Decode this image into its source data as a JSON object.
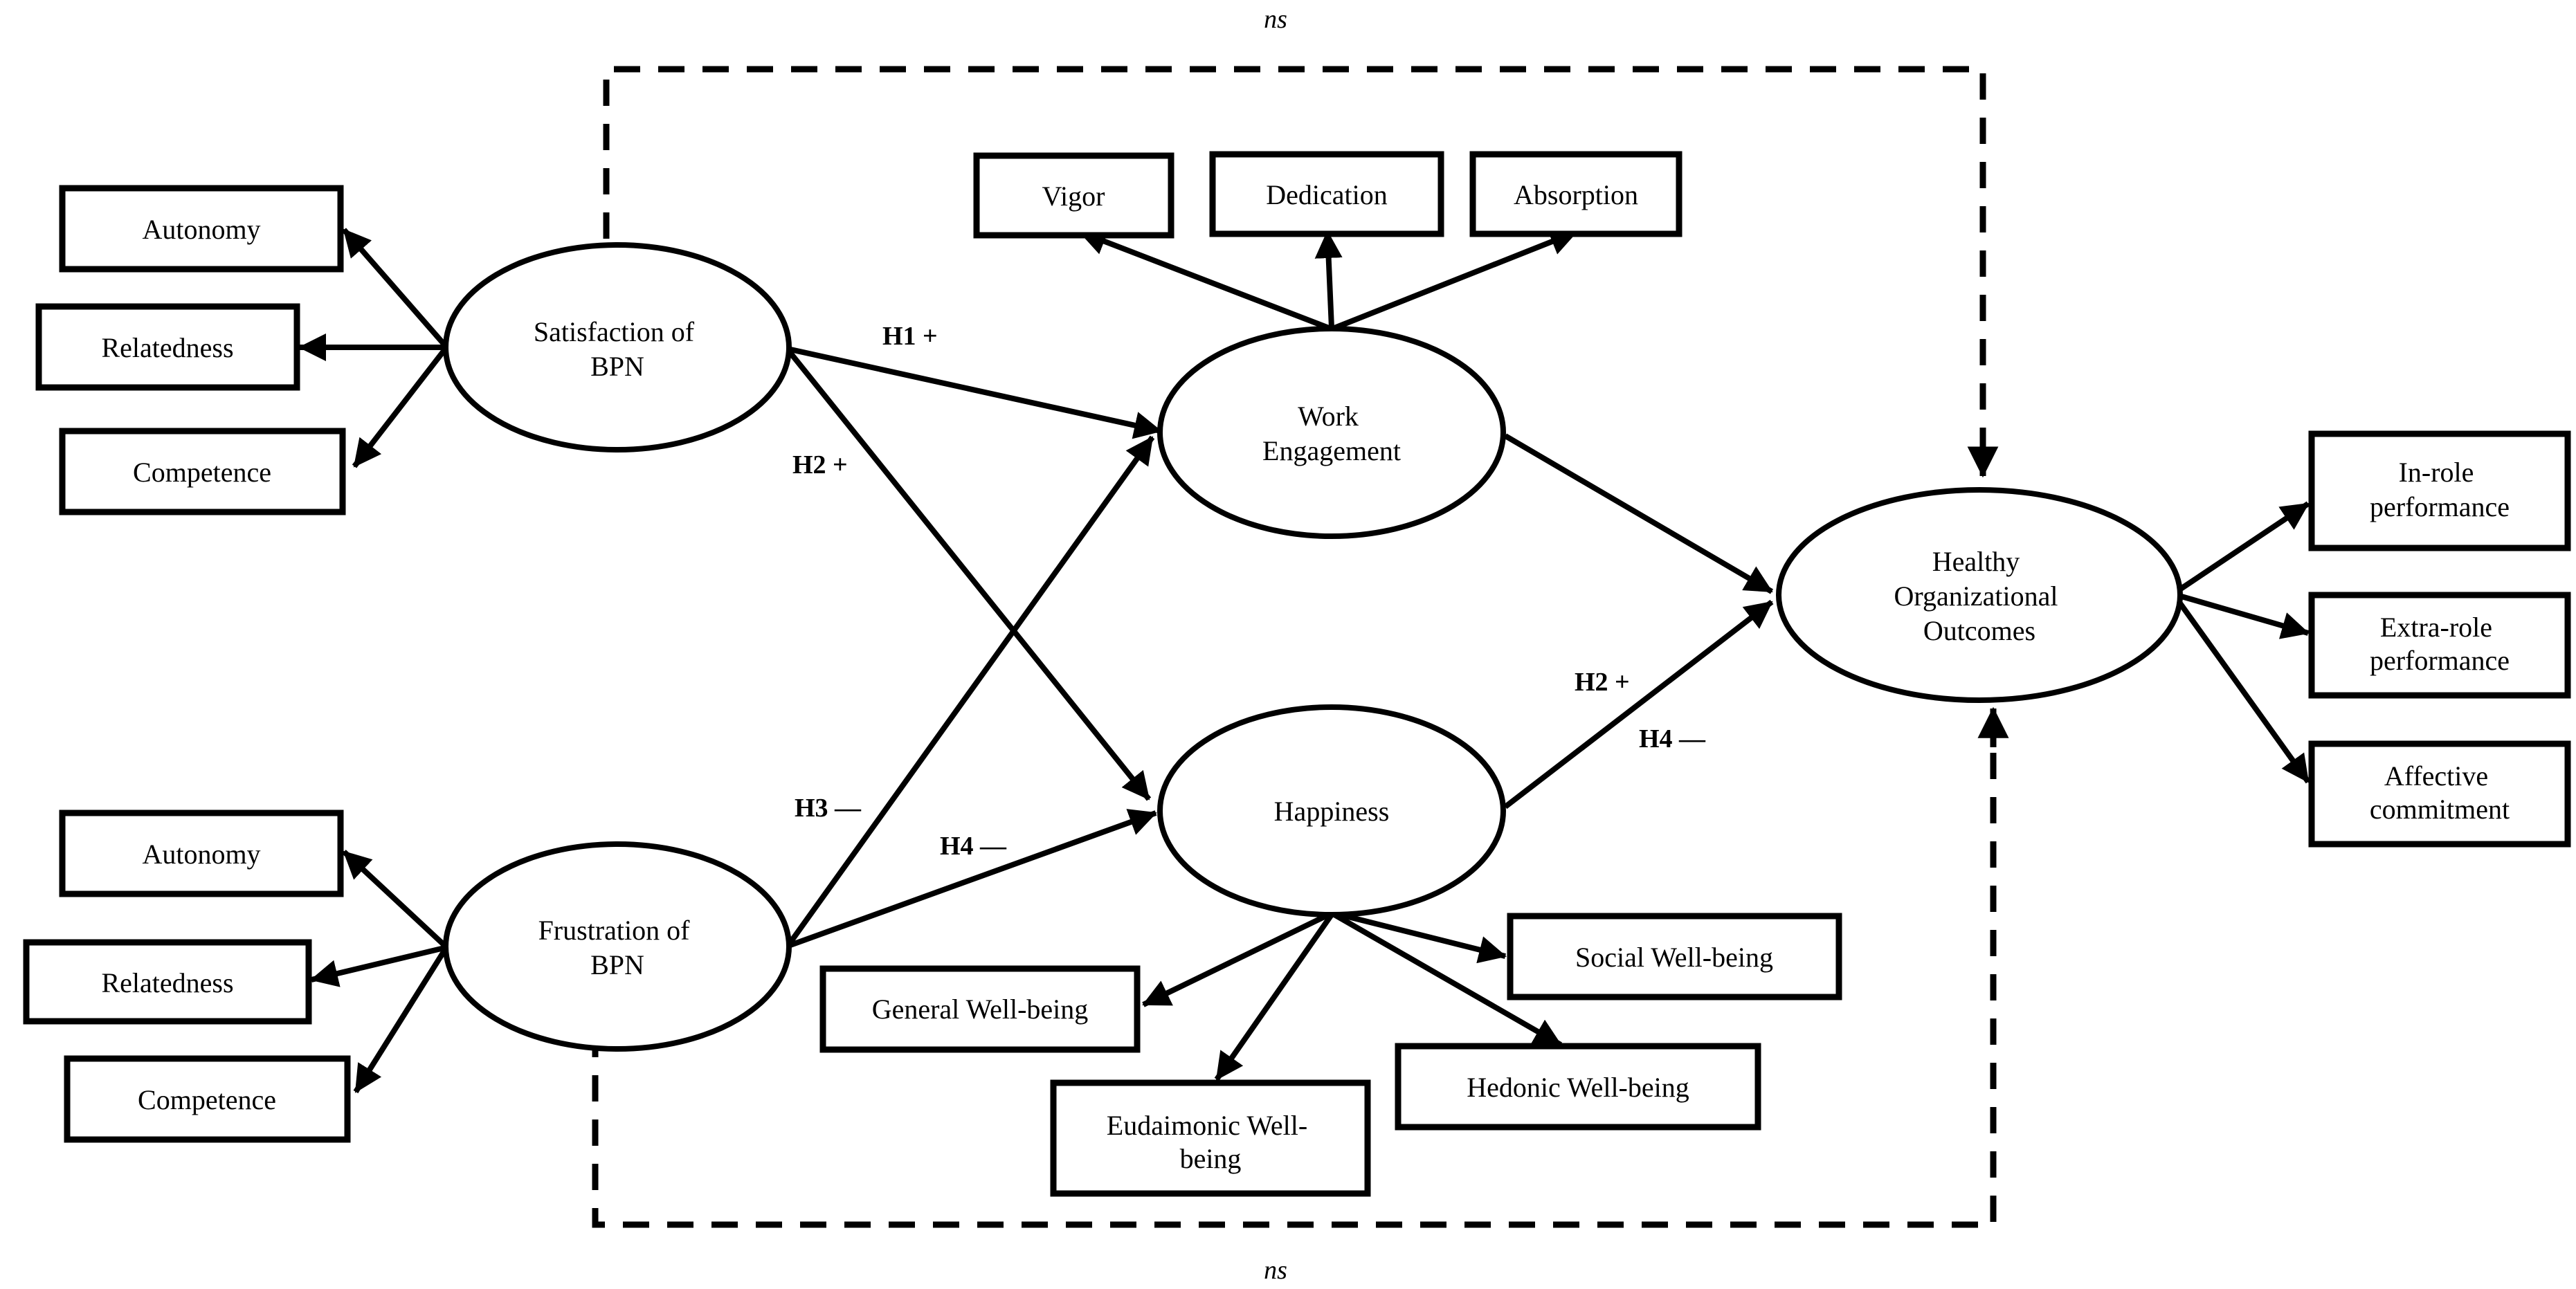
{
  "ns_top": "ns",
  "ns_bottom": "ns",
  "constructs": {
    "satisfaction": [
      "Satisfaction of",
      "BPN"
    ],
    "frustration": [
      "Frustration of",
      "BPN"
    ],
    "engagement": [
      "Work",
      "Engagement"
    ],
    "happiness": [
      "Happiness"
    ],
    "outcomes": [
      "Healthy",
      "Organizational",
      "Outcomes"
    ]
  },
  "indicators": {
    "satisfaction": [
      "Autonomy",
      "Relatedness",
      "Competence"
    ],
    "frustration": [
      "Autonomy",
      "Relatedness",
      "Competence"
    ],
    "engagement": [
      "Vigor",
      "Dedication",
      "Absorption"
    ],
    "happiness": {
      "general": [
        "General Well-being"
      ],
      "eudaimonic": [
        "Eudaimonic Well-",
        "being"
      ],
      "hedonic": [
        "Hedonic Well-being"
      ],
      "social": [
        "Social Well-being"
      ]
    },
    "outcomes": {
      "inrole": [
        "In-role",
        "performance"
      ],
      "extrarole": [
        "Extra-role",
        "performance"
      ],
      "affective": [
        "Affective",
        "commitment"
      ]
    }
  },
  "hypotheses": {
    "h1": "H1 +",
    "h2_upper": "H2 +",
    "h3": "H3 —",
    "h4_left": "H4 —",
    "h2_right": "H2 +",
    "h4_right": "H4 —"
  }
}
